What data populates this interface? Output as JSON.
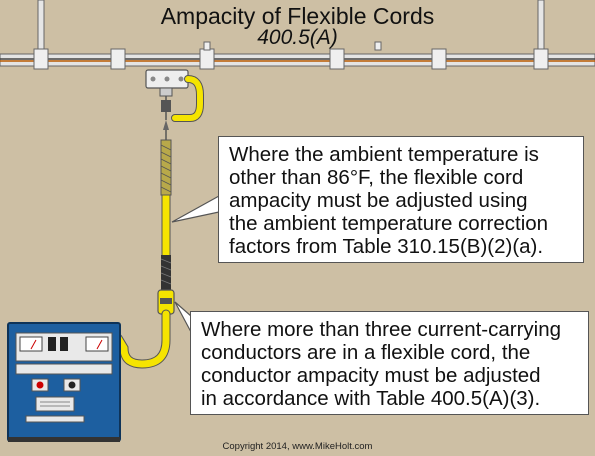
{
  "title": "Ampacity of Flexible Cords",
  "subtitle": "400.5(A)",
  "callout_1": {
    "lines": [
      "Where the ambient temperature is",
      "other than 86°F, the flexible cord",
      "ampacity must be adjusted using",
      "the ambient temperature correction",
      "factors from Table 310.15(B)(2)(a)."
    ]
  },
  "callout_2": {
    "lines": [
      "Where more than three current-carrying",
      "conductors are in a flexible cord, the",
      "conductor ampacity must be adjusted",
      "in accordance with Table 400.5(A)(3)."
    ]
  },
  "copyright": "Copyright 2014, www.MikeHolt.com",
  "colors": {
    "background": "#cdbfa4",
    "cord": "#f5e400",
    "equipment": "#1d5fa0",
    "callout_fill": "#ffffff"
  }
}
